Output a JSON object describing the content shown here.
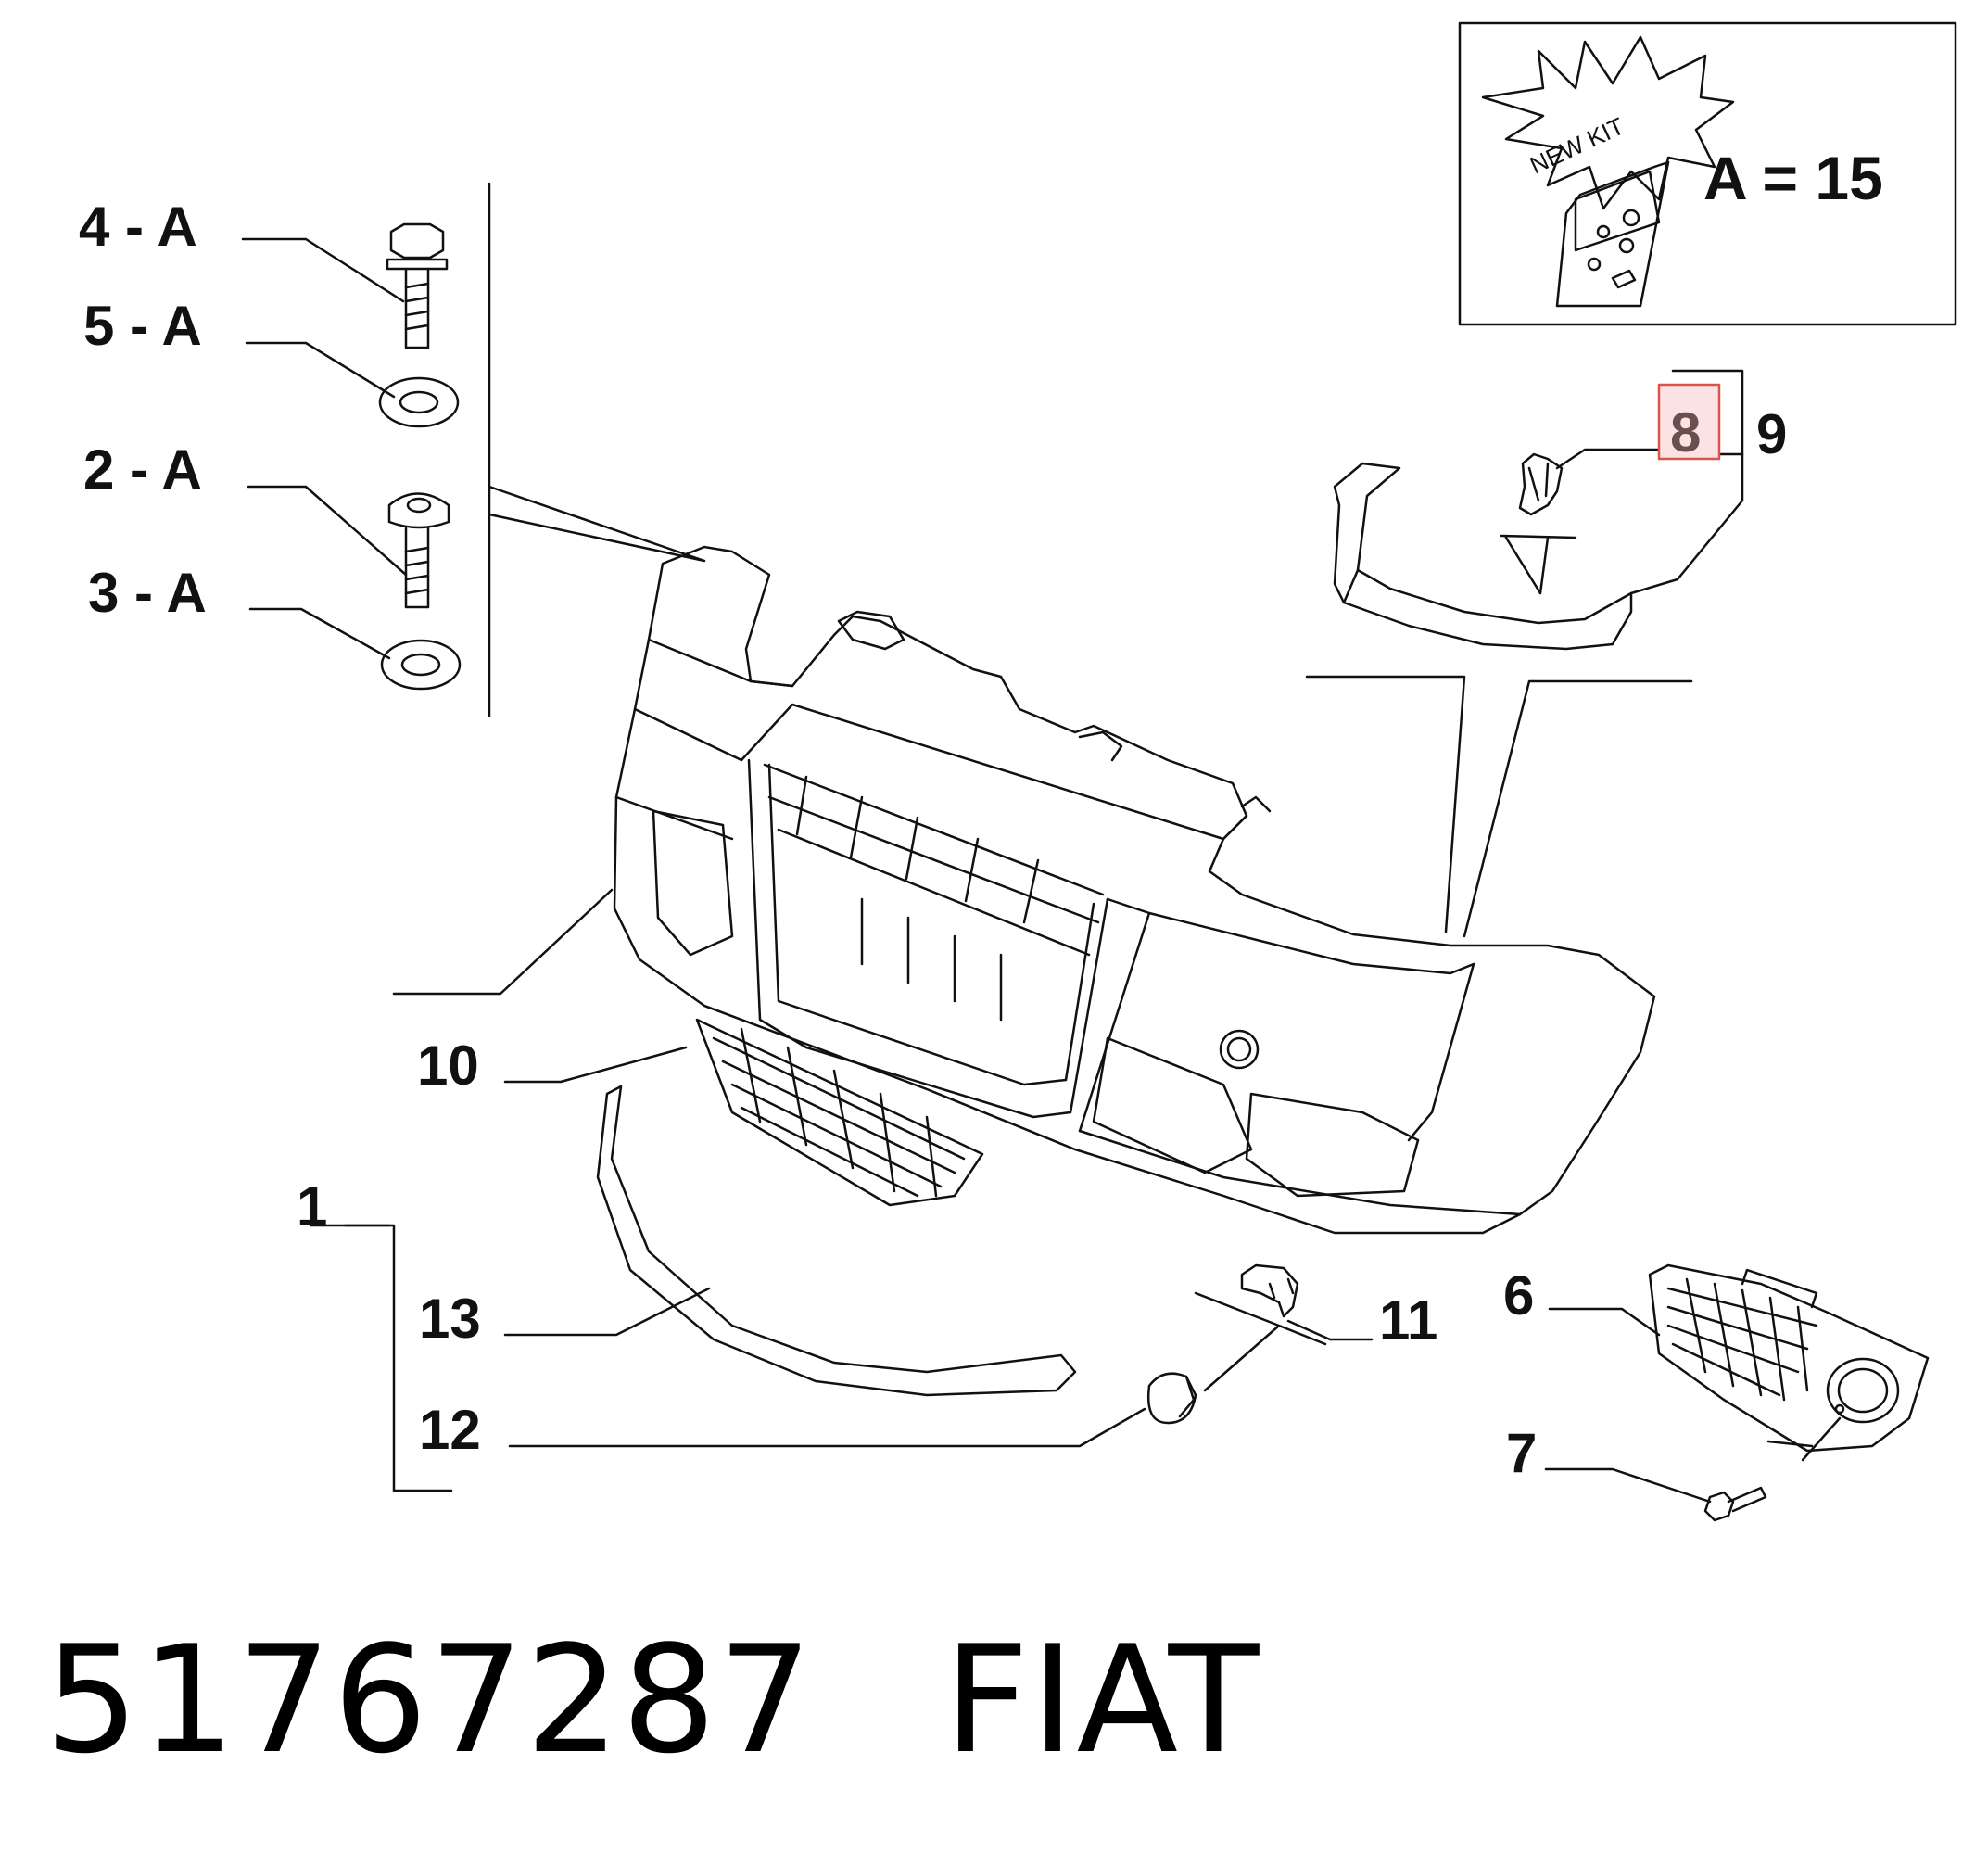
{
  "callouts": {
    "c4": "4 - A",
    "c5": "5 - A",
    "c2": "2 - A",
    "c3": "3 - A",
    "c1": "1",
    "c6": "6",
    "c7": "7",
    "c8": "8",
    "c9": "9",
    "c10": "10",
    "c11": "11",
    "c12": "12",
    "c13": "13"
  },
  "kit": {
    "stamp_text": "NEW KIT",
    "formula": "A = 15"
  },
  "highlight": {
    "part": "8",
    "color": "#d9534f",
    "fill": "#fbe3e3"
  },
  "caption": {
    "part_number": "51767287",
    "manufacturer": "FIAT"
  }
}
